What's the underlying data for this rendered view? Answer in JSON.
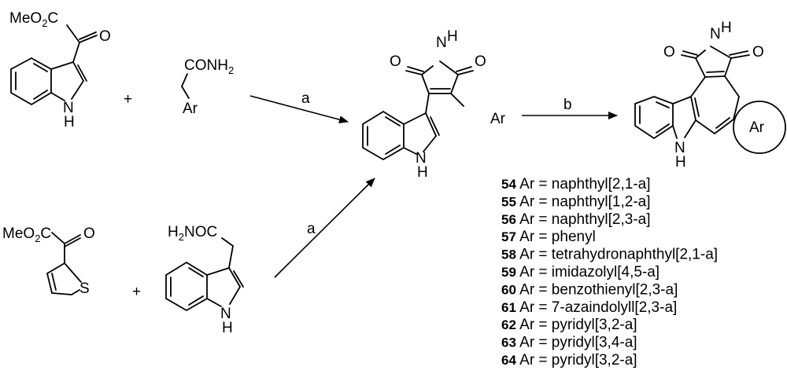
{
  "reagents": {
    "glyoxylate1": {
      "ester_label": "MeO",
      "sub": "2",
      "ester_tail": "C",
      "ketone_O": "O",
      "NH": "N",
      "H": "H"
    },
    "plus1": "+",
    "amide": {
      "prefix": "CONH",
      "sub": "2",
      "ar": "Ar"
    },
    "glyoxylate2": {
      "ester_label": "MeO",
      "sub": "2",
      "ester_tail": "C",
      "ketone_O": "O",
      "S": "S"
    },
    "plus2": "+",
    "amide2": {
      "prefix": "H",
      "sub": "2",
      "tail": "NOC",
      "NH": "N",
      "H": "H"
    }
  },
  "arrows": {
    "step1_label": "a",
    "step2_label": "a",
    "step3_label": "b"
  },
  "maleimide": {
    "NH": "N",
    "H": "H",
    "O_left": "O",
    "O_right": "O",
    "ar": "Ar",
    "indole_N": "N",
    "indole_H": "H"
  },
  "product": {
    "NH": "N",
    "H": "H",
    "O_left": "O",
    "O_right": "O",
    "ar_ring": "Ar",
    "indole_N": "N",
    "indole_H": "H"
  },
  "substituents": [
    {
      "num": "54",
      "text": "Ar = naphthyl[2,1-a]"
    },
    {
      "num": "55",
      "text": "Ar = naphthyl[1,2-a]"
    },
    {
      "num": "56",
      "text": "Ar = naphthyl[2,3-a]"
    },
    {
      "num": "57",
      "text": "Ar = phenyl"
    },
    {
      "num": "58",
      "text": "Ar = tetrahydronaphthyl[2,1-a]"
    },
    {
      "num": "59",
      "text": "Ar = imidazolyl[4,5-a]"
    },
    {
      "num": "60",
      "text": "Ar = benzothienyl[2,3-a]"
    },
    {
      "num": "61",
      "text": "Ar = 7-azaindolyll[2,3-a]"
    },
    {
      "num": "62",
      "text": "Ar = pyridyl[3,2-a]"
    },
    {
      "num": "63",
      "text": "Ar = pyridyl[3,4-a]"
    },
    {
      "num": "64",
      "text": "Ar = pyridyl[3,2-a]"
    }
  ]
}
